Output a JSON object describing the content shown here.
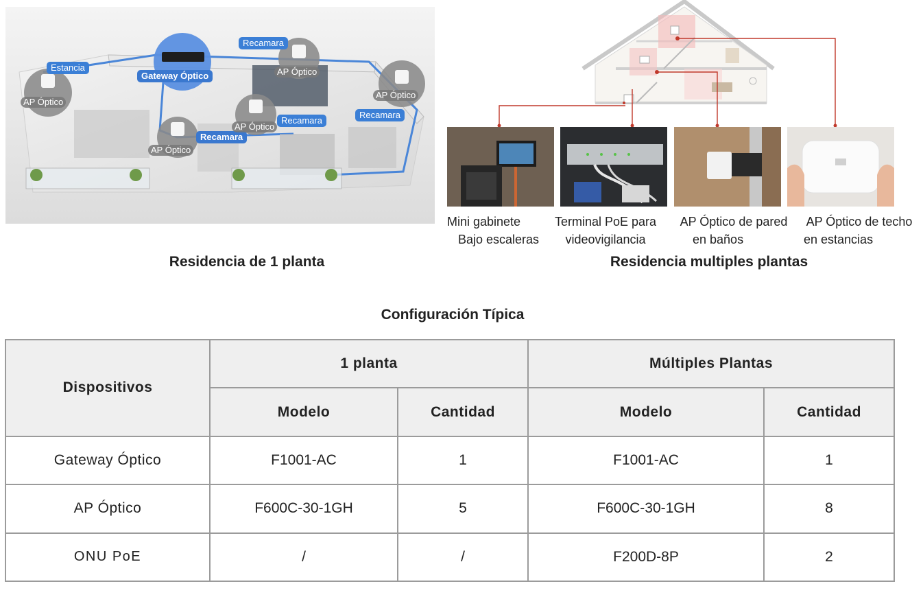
{
  "floorplan": {
    "section_title": "Residencia de 1 planta",
    "tags": {
      "estancia": "Estancia",
      "gateway": "Gateway  Óptico",
      "recamara_top": "Recamara",
      "recamara_right": "Recamara",
      "recamara_mid": "Recamara",
      "recamara_low": "Recamara"
    },
    "ap_labels": {
      "ap_left": "AP Óptico",
      "ap_top": "AP Óptico",
      "ap_right": "AP Óptico",
      "ap_center": "AP Óptico",
      "ap_bottom": "AP Óptico"
    },
    "accent_color": "#3b7fd6"
  },
  "multi": {
    "section_title": "Residencia multiples plantas",
    "connector_color": "#c0392b",
    "photos": [
      {
        "icon": "mini-cabinet-photo",
        "line1": "Mini gabinete",
        "line2": "Bajo escaleras"
      },
      {
        "icon": "poe-terminal-photo",
        "line1": "Terminal PoE para",
        "line2": "videovigilancia"
      },
      {
        "icon": "wall-ap-photo",
        "line1": "AP Óptico de pared",
        "line2": "en baños"
      },
      {
        "icon": "ceiling-ap-photo",
        "line1": "AP Óptico de techo",
        "line2": "en estancias"
      }
    ]
  },
  "config": {
    "title": "Configuración Típica",
    "headers": {
      "devices": "Dispositivos",
      "one_floor": "1 planta",
      "multi_floor": "Múltiples Plantas",
      "model": "Modelo",
      "quantity": "Cantidad"
    },
    "rows": [
      {
        "device": "Gateway Óptico",
        "model_1": "F1001-AC",
        "qty_1": "1",
        "model_m": "F1001-AC",
        "qty_m": "1"
      },
      {
        "device": "AP Óptico",
        "model_1": "F600C-30-1GH",
        "qty_1": "5",
        "model_m": "F600C-30-1GH",
        "qty_m": "8"
      },
      {
        "device": "ONU PoE",
        "model_1": "/",
        "qty_1": "/",
        "model_m": "F200D-8P",
        "qty_m": "2"
      }
    ]
  }
}
